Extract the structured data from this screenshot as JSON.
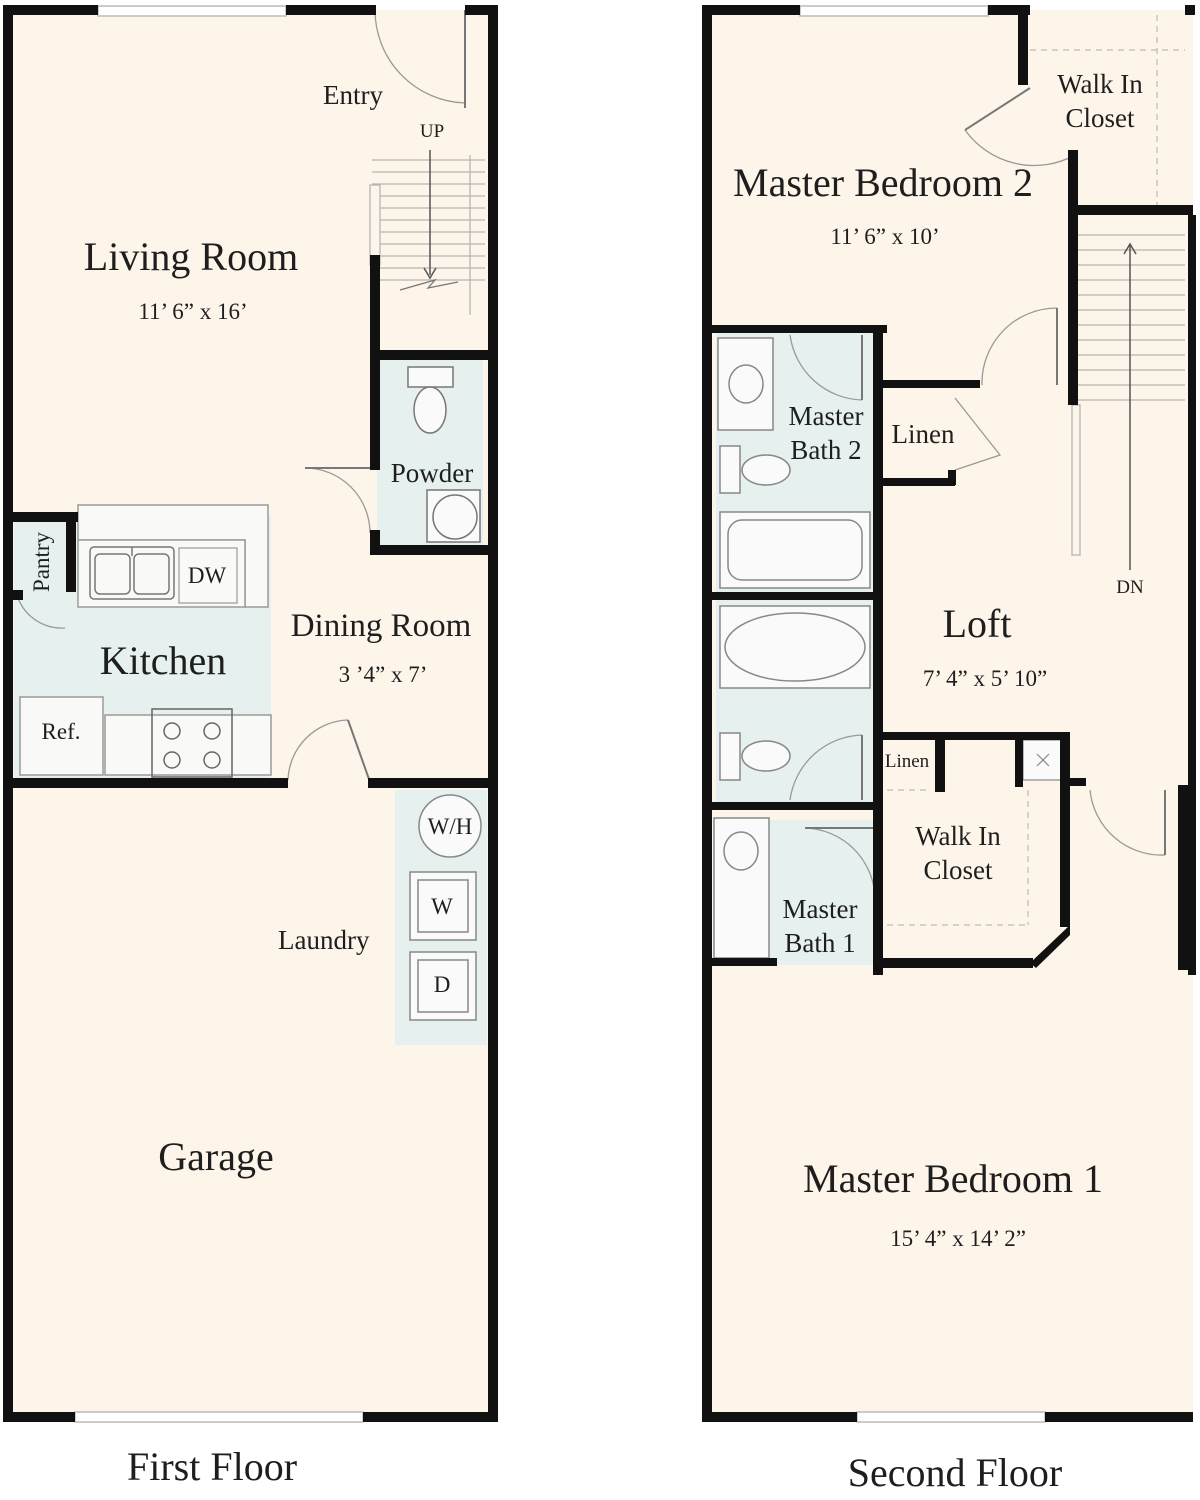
{
  "colors": {
    "wall": "#111111",
    "floor": "#fdf5ea",
    "wet": "#e6f0ee",
    "fixture": "#f9f9f7",
    "line": "#9a9a9a"
  },
  "first_floor": {
    "caption": "First Floor",
    "rooms": {
      "entry": "Entry",
      "up": "UP",
      "living": {
        "name": "Living Room",
        "dims": "11’ 6” x 16’"
      },
      "powder": "Powder",
      "pantry": "Pantry",
      "kitchen": "Kitchen",
      "dw": "DW",
      "ref": "Ref.",
      "dining": {
        "name": "Dining Room",
        "dims": "3 ’4” x 7’"
      },
      "wh": "W/H",
      "washer": "W",
      "dryer": "D",
      "laundry": "Laundry",
      "garage": "Garage"
    }
  },
  "second_floor": {
    "caption": "Second Floor",
    "rooms": {
      "master2": {
        "name": "Master Bedroom 2",
        "dims": "11’ 6” x 10’"
      },
      "wic_top": {
        "line1": "Walk In",
        "line2": "Closet"
      },
      "bath2": {
        "line1": "Master",
        "line2": "Bath 2"
      },
      "linen_top": "Linen",
      "loft": {
        "name": "Loft",
        "dims": "7’ 4” x 5’ 10”"
      },
      "dn": "DN",
      "linen_small": "Linen",
      "wic_bottom": {
        "line1": "Walk In",
        "line2": "Closet"
      },
      "bath1": {
        "line1": "Master",
        "line2": "Bath 1"
      },
      "master1": {
        "name": "Master Bedroom 1",
        "dims": "15’ 4” x 14’ 2”"
      }
    }
  }
}
